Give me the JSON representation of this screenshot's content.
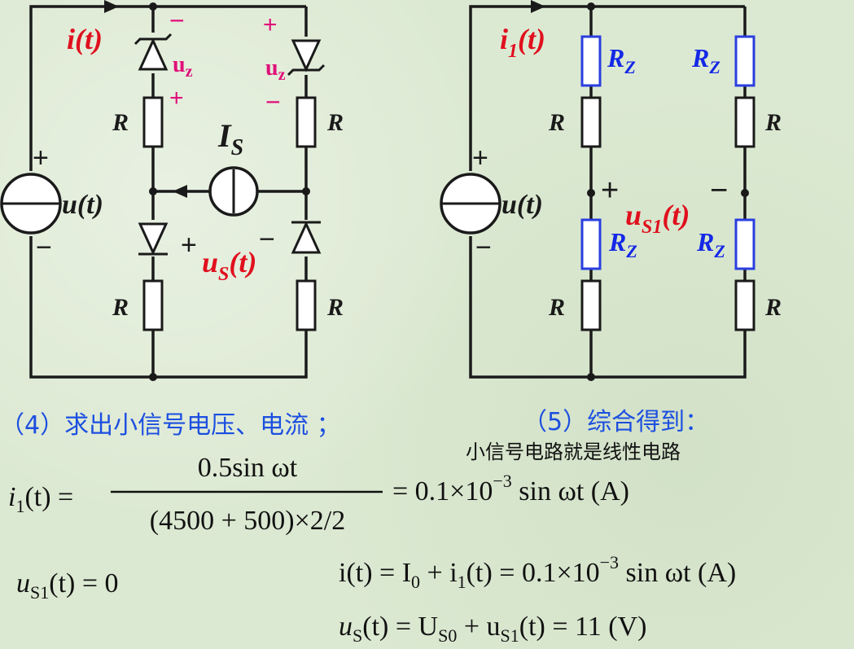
{
  "circuit_left": {
    "current_label": "i(t)",
    "source_label": "u(t)",
    "plus": "+",
    "minus": "−",
    "resistor_label": "R",
    "current_source_main": "I",
    "current_source_sub": "S",
    "zener_label_main": "u",
    "zener_label_sub": "z",
    "us_label_main": "u",
    "us_label_sub": "S",
    "us_label_tail": "(t)"
  },
  "circuit_right": {
    "current_label_main": "i",
    "current_label_sub": "1",
    "current_label_tail": "(t)",
    "source_label": "u(t)",
    "plus": "+",
    "minus": "−",
    "resistor_label": "R",
    "rz_main": "R",
    "rz_sub": "Z",
    "us1_main": "u",
    "us1_sub": "S1",
    "us1_tail": "(t)"
  },
  "steps": {
    "step4": "（4）求出小信号电压、电流 ；",
    "step5": "（5）综合得到：",
    "note": "小信号电路就是线性电路"
  },
  "equations": {
    "eq1": {
      "lhs_main": "i",
      "lhs_sub": "1",
      "lhs_tail": "(t) =",
      "numerator": "0.5sin ωt",
      "denominator": "(4500 + 500)×2/2",
      "rhs_main": "= 0.1×10",
      "rhs_exp": "−3",
      "rhs_tail": " sin ωt (A)"
    },
    "eq2": {
      "lhs_main": "u",
      "lhs_sub": "S1",
      "rhs": "(t) = 0"
    },
    "eq3": {
      "head": "i(t) = I",
      "sub0": "0",
      "mid": " + i",
      "sub1": "1",
      "tail": "(t) = 0.1×10",
      "exp": "−3",
      "end": " sin ωt (A)"
    },
    "eq4": {
      "head": "u",
      "sub_s": "S",
      "mid": "(t) = U",
      "sub_s0": "S0",
      "mid2": " + u",
      "sub_s1": "S1",
      "tail": "(t) = 11 (V)"
    }
  }
}
